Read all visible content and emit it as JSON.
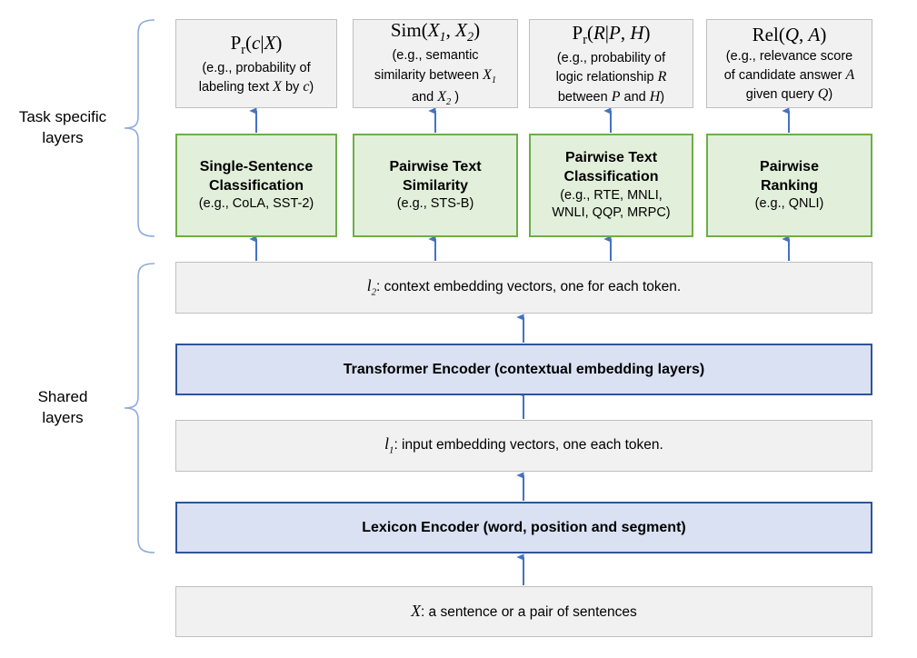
{
  "diagram": {
    "title": "MT-DNN multi-task model architecture",
    "colors": {
      "gray_fill": "#F1F1F1",
      "gray_border": "#BFBFBF",
      "green_fill": "#E2EFDA",
      "green_border": "#70AD47",
      "blue_fill": "#D9E1F2",
      "blue_border": "#2F5597",
      "arrow": "#4472C4",
      "brace": "#8EAADB"
    }
  },
  "side_labels": [
    {
      "id": "task-specific",
      "line1": "Task specific",
      "line2": "layers"
    },
    {
      "id": "shared",
      "line1": "Shared",
      "line2": "layers"
    }
  ],
  "output_boxes": [
    {
      "id": "output-classification",
      "formula_html": "P<span class=\"subrm\">r</span>(<span class=\"it\">c</span>|<span class=\"it\">X</span>)",
      "formula_text": "Pr(c|X)",
      "desc_html": "(e.g., probability of<br>labeling text <span class=\"it\">X</span> by <span class=\"it\">c</span>)",
      "desc_text": "(e.g., probability of labeling text X by c)"
    },
    {
      "id": "output-similarity",
      "formula_html": "<span class=\"rm\">Sim</span>(<span class=\"it\">X</span><span class=\"sub\">1</span>, <span class=\"it\">X</span><span class=\"sub\">2</span>)",
      "formula_text": "Sim(X1, X2)",
      "desc_html": "(e.g., semantic<br>similarity between <span class=\"itsub\">X<sub>1</sub></span><br>and <span class=\"itsub\">X<sub>2</sub></span> )",
      "desc_text": "(e.g., semantic similarity between X1 and X2 )"
    },
    {
      "id": "output-logic",
      "formula_html": "P<span class=\"subrm\">r</span>(<span class=\"it\">R</span>|<span class=\"it\">P</span>, <span class=\"it\">H</span>)",
      "formula_text": "Pr(R|P, H)",
      "desc_html": "(e.g., probability of<br>logic relationship <span class=\"it\">R</span><br>between <span class=\"it\">P</span> and <span class=\"it\">H</span>)",
      "desc_text": "(e.g., probability of logic relationship R between P and H)"
    },
    {
      "id": "output-relevance",
      "formula_html": "<span class=\"rm\">Rel</span>(<span class=\"it\">Q</span>, <span class=\"it\">A</span>)",
      "formula_text": "Rel(Q, A)",
      "desc_html": "(e.g., relevance score<br>of candidate answer <span class=\"it\">A</span><br>given query <span class=\"it\">Q</span>)",
      "desc_text": "(e.g., relevance score of candidate answer A given query Q)"
    }
  ],
  "task_boxes": [
    {
      "id": "task-single-sentence-classification",
      "title_html": "Single-Sentence<br>Classification",
      "title_text": "Single-Sentence Classification",
      "examples": "(e.g., CoLA, SST-2)"
    },
    {
      "id": "task-pairwise-text-similarity",
      "title_html": "Pairwise Text<br>Similarity",
      "title_text": "Pairwise Text Similarity",
      "examples": "(e.g., STS-B)"
    },
    {
      "id": "task-pairwise-text-classification",
      "title_html": "Pairwise Text<br>Classification",
      "title_text": "Pairwise Text Classification",
      "examples_html": "(e.g., RTE, MNLI,<br>WNLI, QQP, MRPC)",
      "examples": "(e.g., RTE, MNLI, WNLI, QQP, MRPC)"
    },
    {
      "id": "task-pairwise-ranking",
      "title_html": "Pairwise<br>Ranking",
      "title_text": "Pairwise Ranking",
      "examples": "(e.g., QNLI)"
    }
  ],
  "shared_bars": [
    {
      "id": "bar-l2-context-embedding",
      "style": "gray",
      "label_html": "<span class=\"ell\">l<sub>2</sub></span>: context embedding vectors, one for each token.",
      "label_text": "l2: context embedding vectors, one for each token."
    },
    {
      "id": "bar-transformer-encoder",
      "style": "blue",
      "label_html": "Transformer Encoder (contextual embedding layers)",
      "label_text": "Transformer Encoder (contextual embedding layers)"
    },
    {
      "id": "bar-l1-input-embedding",
      "style": "gray",
      "label_html": "<span class=\"ell\">l<sub>1</sub></span>: input embedding vectors, one each token.",
      "label_text": "l1: input embedding vectors, one each token."
    },
    {
      "id": "bar-lexicon-encoder",
      "style": "blue",
      "label_html": "Lexicon Encoder (word, position and segment)",
      "label_text": "Lexicon Encoder (word, position and segment)"
    },
    {
      "id": "bar-input-sentence",
      "style": "gray",
      "label_html": "<span class=\"xvar\">X</span>: a sentence or a pair of sentences",
      "label_text": "X: a sentence or a pair of sentences"
    }
  ]
}
